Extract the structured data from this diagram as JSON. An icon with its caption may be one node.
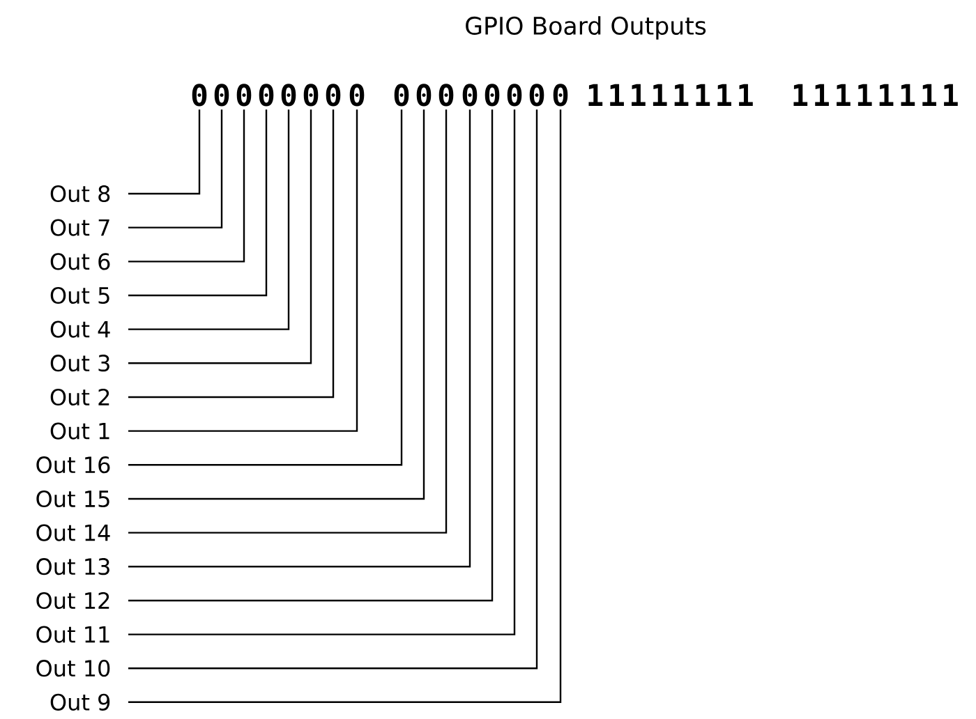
{
  "diagram": {
    "title": "GPIO Board Outputs",
    "nodes": [
      {
        "text": [
          "0"
        ]
      },
      {
        "text": [
          "0"
        ]
      },
      {
        "text": [
          "0"
        ]
      },
      {
        "text": [
          "0"
        ]
      },
      {
        "text": [
          "0"
        ]
      },
      {
        "text": [
          "0"
        ]
      },
      {
        "text": [
          "0"
        ]
      },
      {
        "text": [
          "0"
        ]
      },
      {
        "text": [
          "0"
        ]
      },
      {
        "text": [
          "0"
        ]
      },
      {
        "text": [
          "0"
        ]
      },
      {
        "text": [
          "0"
        ]
      },
      {
        "text": [
          "0"
        ]
      },
      {
        "text": [
          "0"
        ]
      },
      {
        "text": [
          "0"
        ]
      },
      {
        "text": [
          "0"
        ]
      },
      {
        "text": [
          "Out 8"
        ]
      },
      {
        "text": [
          "Out 7"
        ]
      },
      {
        "text": [
          "Out 6"
        ]
      },
      {
        "text": [
          "Out 5"
        ]
      },
      {
        "text": [
          "Out 4"
        ]
      },
      {
        "text": [
          "Out 3"
        ]
      },
      {
        "text": [
          "Out 2"
        ]
      },
      {
        "text": [
          "Out 1"
        ]
      },
      {
        "text": [
          "Out 16"
        ]
      },
      {
        "text": [
          "Out 15"
        ]
      },
      {
        "text": [
          "Out 14"
        ]
      },
      {
        "text": [
          "Out 13"
        ]
      },
      {
        "text": [
          "Out 12"
        ]
      },
      {
        "text": [
          "Out 11"
        ]
      },
      {
        "text": [
          "Out 10"
        ]
      },
      {
        "text": [
          "Out 9"
        ]
      }
    ],
    "edges": [
      {
        "from": 16,
        "to": 0,
        "arrow": "none"
      },
      {
        "from": 17,
        "to": 1,
        "arrow": "none"
      },
      {
        "from": 18,
        "to": 2,
        "arrow": "none"
      },
      {
        "from": 19,
        "to": 3,
        "arrow": "none"
      },
      {
        "from": 20,
        "to": 4,
        "arrow": "none"
      },
      {
        "from": 21,
        "to": 5,
        "arrow": "none"
      },
      {
        "from": 22,
        "to": 6,
        "arrow": "none"
      },
      {
        "from": 23,
        "to": 7,
        "arrow": "none"
      },
      {
        "from": 24,
        "to": 8,
        "arrow": "none"
      },
      {
        "from": 25,
        "to": 9,
        "arrow": "none"
      },
      {
        "from": 26,
        "to": 10,
        "arrow": "none"
      },
      {
        "from": 27,
        "to": 11,
        "arrow": "none"
      },
      {
        "from": 28,
        "to": 12,
        "arrow": "none"
      },
      {
        "from": 29,
        "to": 13,
        "arrow": "none"
      },
      {
        "from": 30,
        "to": 14,
        "arrow": "none"
      },
      {
        "from": 31,
        "to": 15,
        "arrow": "none"
      }
    ],
    "labels": [
      "11111111",
      "11111111"
    ]
  }
}
